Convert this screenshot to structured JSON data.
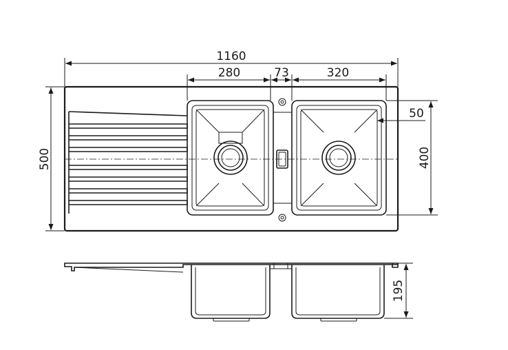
{
  "dimensions": {
    "overall_width": "1160",
    "bowl_small_width": "280",
    "gap_width": "73",
    "bowl_large_width": "320",
    "overall_depth": "500",
    "bowl_depth": "400",
    "rim_offset": "50",
    "bowl_height": "195"
  }
}
